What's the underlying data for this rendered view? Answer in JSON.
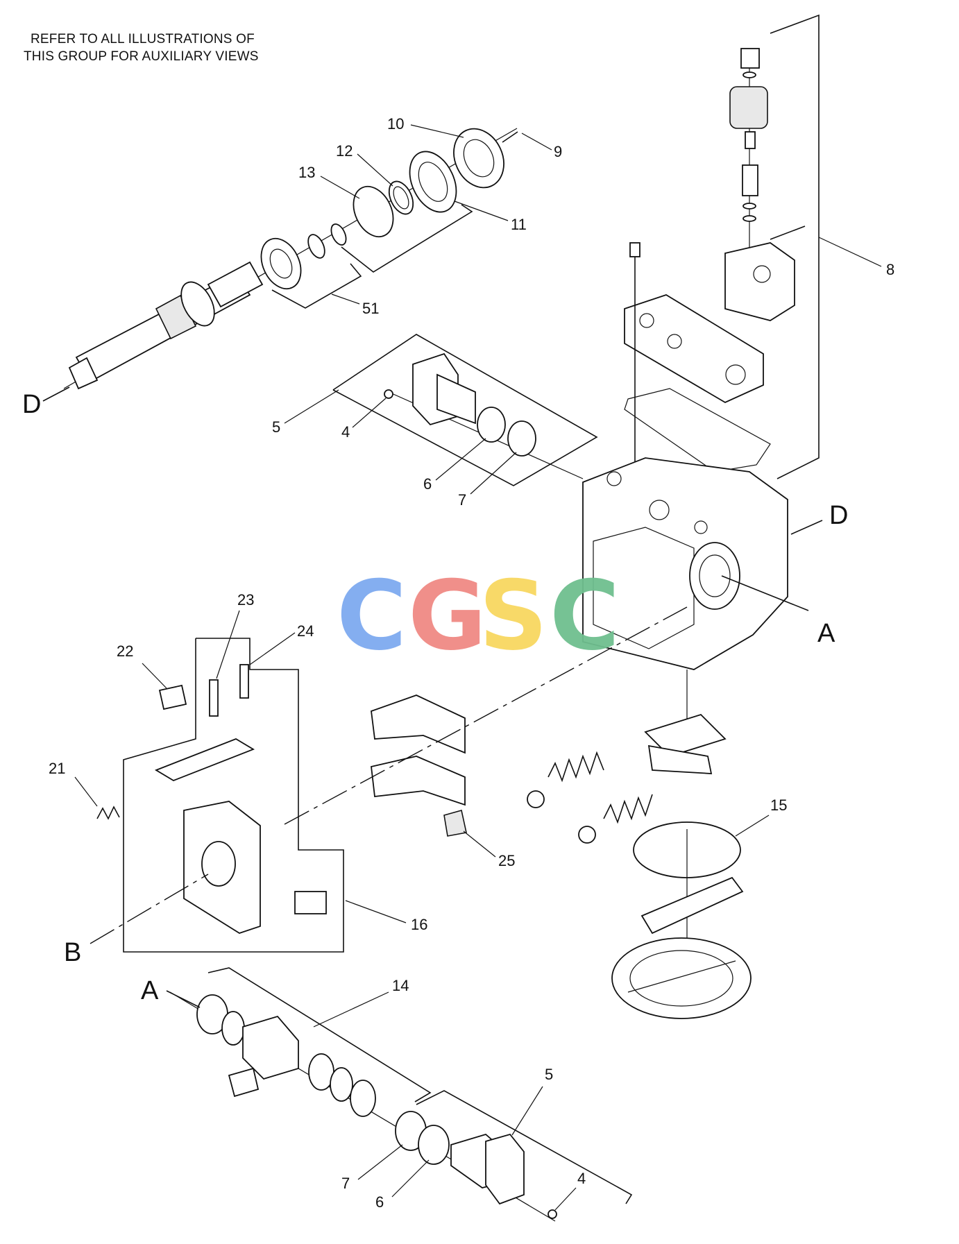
{
  "note": {
    "line1": "REFER TO ALL ILLUSTRATIONS OF",
    "line2": "THIS GROUP FOR AUXILIARY VIEWS"
  },
  "watermark": {
    "letters": [
      "C",
      "G",
      "S",
      "C"
    ],
    "colors": [
      "#7eaaf0",
      "#f08a84",
      "#f8d860",
      "#6fbf8f"
    ]
  },
  "view_letters": {
    "d_left": "D",
    "d_right": "D",
    "a_right": "A",
    "b_left": "B",
    "a_bottom": "A"
  },
  "callouts": {
    "c10": "10",
    "c9": "9",
    "c12": "12",
    "c13": "13",
    "c11": "11",
    "c8": "8",
    "c51": "51",
    "c5_top": "5",
    "c4_top": "4",
    "c6_top": "6",
    "c7_top": "7",
    "c23": "23",
    "c24": "24",
    "c22": "22",
    "c21": "21",
    "c15": "15",
    "c25": "25",
    "c16": "16",
    "c14": "14",
    "c5_bot": "5",
    "c7_bot": "7",
    "c6_bot": "6",
    "c4_bot": "4"
  }
}
